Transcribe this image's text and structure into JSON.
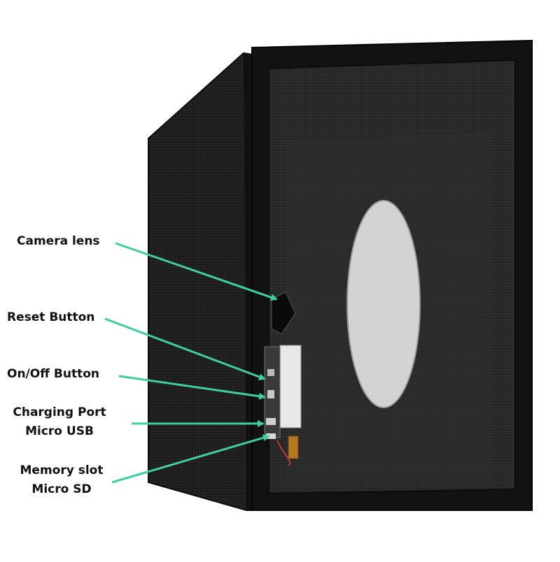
{
  "colors": {
    "arrow": "#3ecfa0",
    "box_dark": "#141414",
    "box_side": "#1f1f1f",
    "box_inner": "#2a2a2a",
    "tissue_opening": "#d6d6d6"
  },
  "labels": {
    "camera_lens": "Camera lens",
    "reset_button": "Reset Button",
    "onoff_button": "On/Off Button",
    "charging_port_line1": "Charging Port",
    "charging_port_line2": "Micro USB",
    "memory_slot_line1": "Memory slot",
    "memory_slot_line2": "Micro SD"
  }
}
